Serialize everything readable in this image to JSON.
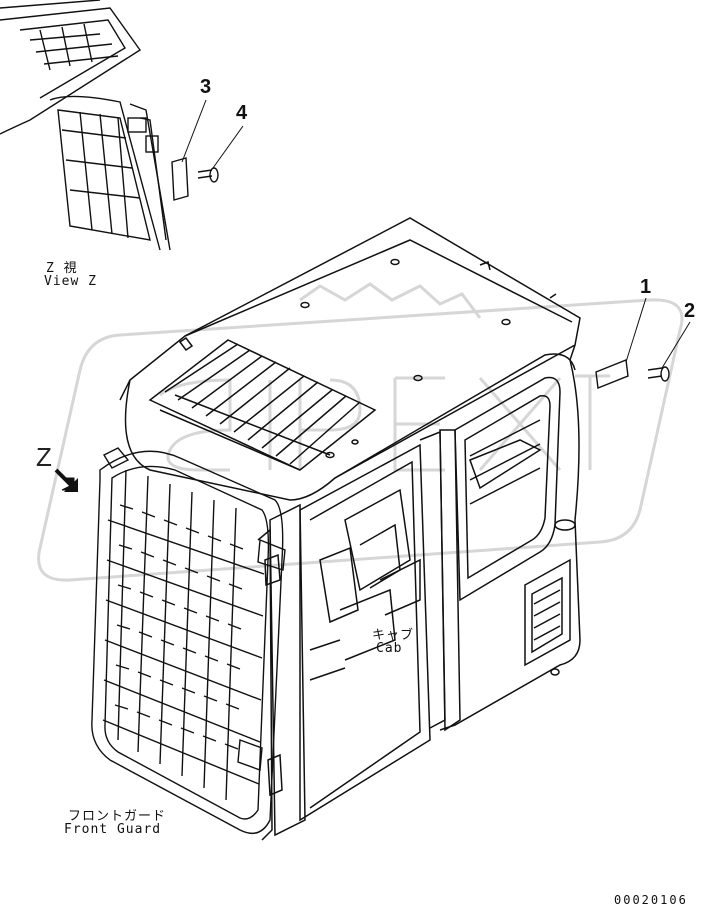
{
  "callouts": {
    "c1": "1",
    "c2": "2",
    "c3": "3",
    "c4": "4"
  },
  "view_z": {
    "jp": "Z 視",
    "en": "View Z"
  },
  "cab": {
    "jp": "キャブ",
    "en": "Cab"
  },
  "front_guard": {
    "jp": "フロントガード",
    "en": "Front Guard"
  },
  "z_marker": "Z",
  "part_number": "00020106",
  "colors": {
    "line": "#111111",
    "watermark": "#d9d9d9",
    "background": "#ffffff"
  },
  "icons": {
    "view_arrow": "arrow-down-right-icon",
    "watermark": "gear-watermark-icon"
  }
}
